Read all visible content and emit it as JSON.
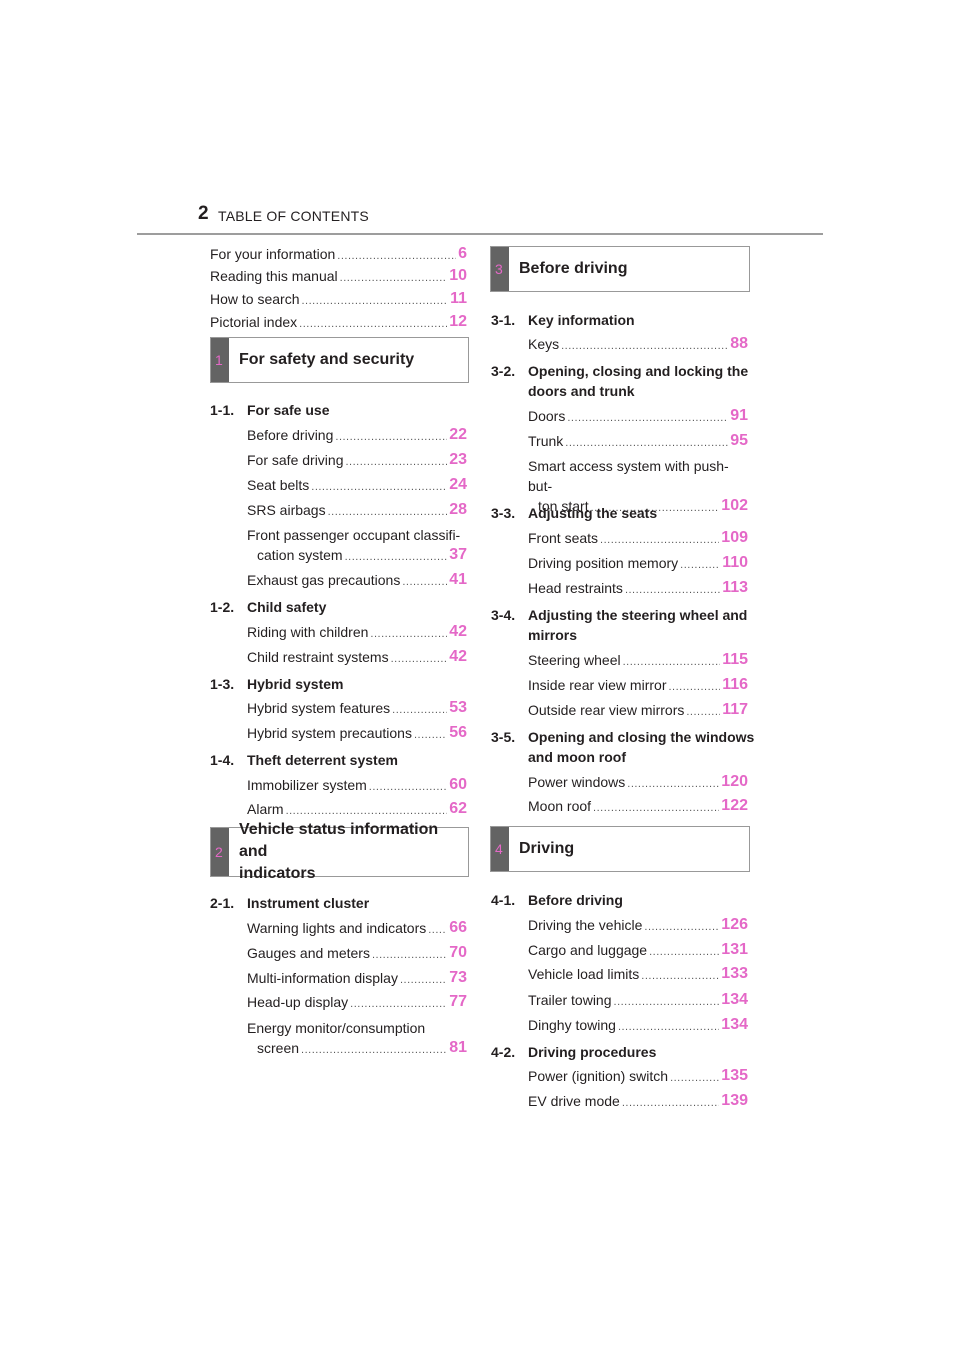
{
  "header": {
    "page_number": "2",
    "title": "TABLE OF CONTENTS"
  },
  "intro": [
    {
      "label": "For your information",
      "page": "6"
    },
    {
      "label": "Reading this manual",
      "page": "10"
    },
    {
      "label": "How to search",
      "page": "11"
    },
    {
      "label": "Pictorial index",
      "page": "12"
    }
  ],
  "ch1": {
    "num": "1",
    "title": "For safety and security",
    "s1": {
      "num": "1-1.",
      "title": "For safe use",
      "e": [
        {
          "label": "Before driving",
          "page": "22"
        },
        {
          "label": "For safe driving",
          "page": "23"
        },
        {
          "label": "Seat belts",
          "page": "24"
        },
        {
          "label": "SRS airbags",
          "page": "28"
        },
        {
          "label": "Front passenger occupant classifi-",
          "label2": "cation system",
          "page": "37"
        },
        {
          "label": "Exhaust gas precautions",
          "page": "41"
        }
      ]
    },
    "s2": {
      "num": "1-2.",
      "title": "Child safety",
      "e": [
        {
          "label": "Riding with children",
          "page": "42"
        },
        {
          "label": "Child restraint systems",
          "page": "42"
        }
      ]
    },
    "s3": {
      "num": "1-3.",
      "title": "Hybrid system",
      "e": [
        {
          "label": "Hybrid system features",
          "page": "53"
        },
        {
          "label": "Hybrid system precautions",
          "page": "56"
        }
      ]
    },
    "s4": {
      "num": "1-4.",
      "title": "Theft deterrent system",
      "e": [
        {
          "label": "Immobilizer system",
          "page": "60"
        },
        {
          "label": "Alarm",
          "page": "62"
        }
      ]
    }
  },
  "ch2": {
    "num": "2",
    "title_line1": "Vehicle status information and",
    "title_line2": "indicators",
    "s1": {
      "num": "2-1.",
      "title": "Instrument cluster",
      "e": [
        {
          "label": "Warning lights and indicators",
          "page": "66"
        },
        {
          "label": "Gauges and meters",
          "page": "70"
        },
        {
          "label": "Multi-information display",
          "page": "73"
        },
        {
          "label": "Head-up display",
          "page": "77"
        },
        {
          "label": "Energy monitor/consumption",
          "label2": "screen",
          "page": "81"
        }
      ]
    }
  },
  "ch3": {
    "num": "3",
    "title": "Before driving",
    "s1": {
      "num": "3-1.",
      "title": "Key information",
      "e": [
        {
          "label": "Keys",
          "page": "88"
        }
      ]
    },
    "s2": {
      "num": "3-2.",
      "title": "Opening, closing and locking the",
      "title2": "doors and trunk",
      "e": [
        {
          "label": "Doors",
          "page": "91"
        },
        {
          "label": "Trunk",
          "page": "95"
        },
        {
          "label": "Smart access system with push-but-",
          "label2": "ton start",
          "page": "102"
        }
      ]
    },
    "s3": {
      "num": "3-3.",
      "title": "Adjusting the seats",
      "e": [
        {
          "label": "Front seats",
          "page": "109"
        },
        {
          "label": "Driving position memory",
          "page": "110"
        },
        {
          "label": "Head restraints",
          "page": "113"
        }
      ]
    },
    "s4": {
      "num": "3-4.",
      "title": "Adjusting the steering wheel and",
      "title2": "mirrors",
      "e": [
        {
          "label": "Steering wheel",
          "page": "115"
        },
        {
          "label": "Inside rear view mirror",
          "page": "116"
        },
        {
          "label": "Outside rear view mirrors",
          "page": "117"
        }
      ]
    },
    "s5": {
      "num": "3-5.",
      "title": "Opening and closing the windows",
      "title2": "and moon roof",
      "e": [
        {
          "label": "Power windows",
          "page": "120"
        },
        {
          "label": "Moon roof",
          "page": "122"
        }
      ]
    }
  },
  "ch4": {
    "num": "4",
    "title": "Driving",
    "s1": {
      "num": "4-1.",
      "title": "Before driving",
      "e": [
        {
          "label": "Driving the vehicle",
          "page": "126"
        },
        {
          "label": "Cargo and luggage",
          "page": "131"
        },
        {
          "label": "Vehicle load limits",
          "page": "133"
        },
        {
          "label": "Trailer towing",
          "page": "134"
        },
        {
          "label": "Dinghy towing",
          "page": "134"
        }
      ]
    },
    "s2": {
      "num": "4-2.",
      "title": "Driving procedures",
      "e": [
        {
          "label": "Power (ignition) switch",
          "page": "135"
        },
        {
          "label": "EV drive mode",
          "page": "139"
        }
      ]
    }
  }
}
